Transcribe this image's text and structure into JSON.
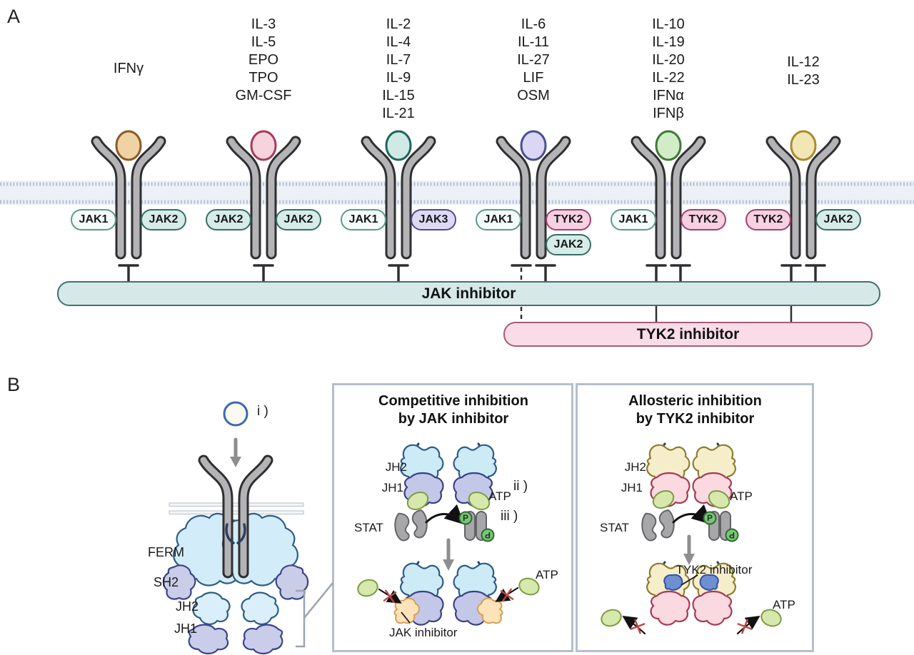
{
  "colors": {
    "receptor_gray": "#b4b4b7",
    "outline": "#2f2f31",
    "membrane_fill": "#edf0f6",
    "membrane_dots": "#b7c1d3",
    "jak1_fill": "#f5fbf9",
    "jak1_border": "#5d988f",
    "jak2_fill": "#d7ebe7",
    "jak2_border": "#356e66",
    "jak3_fill": "#ded9f3",
    "jak3_border": "#4e4896",
    "tyk2_fill": "#f7d0e1",
    "tyk2_border": "#a04070",
    "jak_bar_fill": "#d6e9e8",
    "jak_bar_border": "#3e7370",
    "tyk2_bar_fill": "#f9dce8",
    "tyk2_bar_border": "#a85a78",
    "atp_fill": "#d6e8ab",
    "atp_border": "#7c9c44",
    "phospho_green": "#7cc47c",
    "jak_inhibitor_blob": "#fce3ba",
    "tyk2_inhibitor_blob": "#6f8fd2"
  },
  "panel_a": {
    "label": "A",
    "receptors": [
      {
        "cytokines": [
          "IFNγ"
        ],
        "ligand_fill": "#f0d3a4",
        "ligand_stroke": "#8a5a28",
        "pills": [
          {
            "label": "JAK1"
          },
          {
            "label": "JAK2"
          }
        ]
      },
      {
        "cytokines": [
          "IL-3",
          "IL-5",
          "EPO",
          "TPO",
          "GM-CSF"
        ],
        "ligand_fill": "#f7d4dd",
        "ligand_stroke": "#a83a5a",
        "pills": [
          {
            "label": "JAK2"
          },
          {
            "label": "JAK2"
          }
        ]
      },
      {
        "cytokines": [
          "IL-2",
          "IL-4",
          "IL-7",
          "IL-9",
          "IL-15",
          "IL-21"
        ],
        "ligand_fill": "#cfe9e5",
        "ligand_stroke": "#1f655e",
        "pills": [
          {
            "label": "JAK1"
          },
          {
            "label": "JAK3"
          }
        ]
      },
      {
        "cytokines": [
          "IL-6",
          "IL-11",
          "IL-27",
          "LIF",
          "OSM"
        ],
        "ligand_fill": "#d9d7f3",
        "ligand_stroke": "#4a4f92",
        "pills": [
          {
            "label": "JAK1"
          },
          {
            "label": "TYK2"
          },
          {
            "label": "JAK2"
          }
        ]
      },
      {
        "cytokines": [
          "IL-10",
          "IL-19",
          "IL-20",
          "IL-22",
          "IFNα",
          "IFNβ"
        ],
        "ligand_fill": "#d3ecc8",
        "ligand_stroke": "#3e7a36",
        "pills": [
          {
            "label": "JAK1"
          },
          {
            "label": "TYK2"
          }
        ]
      },
      {
        "cytokines": [
          "IL-12",
          "IL-23"
        ],
        "ligand_fill": "#f2e6b5",
        "ligand_stroke": "#a88c2e",
        "pills": [
          {
            "label": "TYK2"
          },
          {
            "label": "JAK2"
          }
        ]
      }
    ],
    "jak_inhibitor_label": "JAK inhibitor",
    "tyk2_inhibitor_label": "TYK2 inhibitor"
  },
  "panel_b": {
    "label": "B",
    "step_i": "i )",
    "domains": {
      "ferm": "FERM",
      "sh2": "SH2",
      "jh2": "JH2",
      "jh1": "JH1"
    },
    "competitive": {
      "title": "Competitive inhibition\nby JAK inhibitor",
      "jh2": "JH2",
      "jh1": "JH1",
      "atp": "ATP",
      "step_ii": "ii )",
      "step_iii": "iii )",
      "stat": "STAT",
      "phospho": "P",
      "atp2": "ATP",
      "inhibitor": "JAK inhibitor"
    },
    "allosteric": {
      "title": "Allosteric inhibition\nby TYK2 inhibitor",
      "jh2": "JH2",
      "jh1": "JH1",
      "atp": "ATP",
      "stat": "STAT",
      "phospho": "P",
      "atp2": "ATP",
      "inhibitor": "TYK2 inhibitor"
    }
  }
}
